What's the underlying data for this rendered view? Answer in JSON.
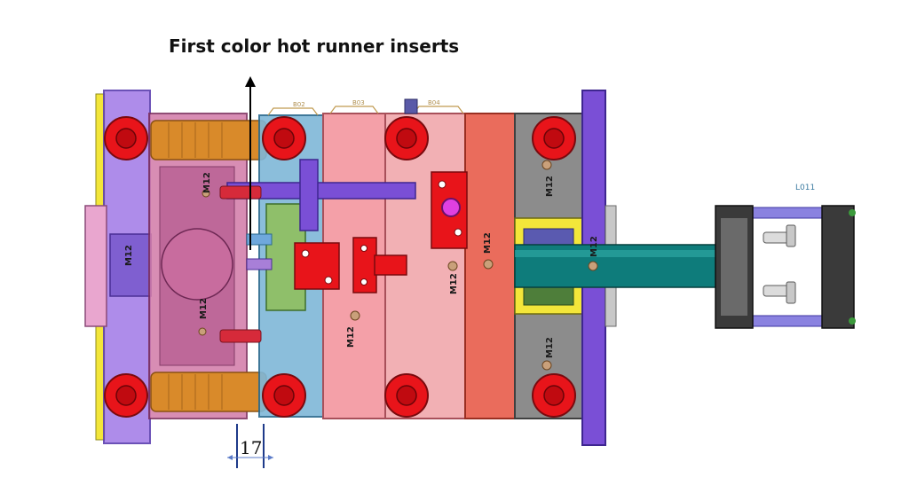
{
  "diagram": {
    "title": "First color hot runner inserts",
    "dimension_value": "17",
    "bolt_label": "M12",
    "part_label": "L011",
    "plate_labels": [
      "B02",
      "B03",
      "B04"
    ],
    "colors": {
      "red_bolt": "#e8141a",
      "pink_plate": "#f4a0a8",
      "salmon_plate": "#e86a5a",
      "purple_clamp": "#7a4fd6",
      "magenta_plate": "#c0508a",
      "yellow_plate": "#f3e63a",
      "gray_plate": "#7c7c7c",
      "teal_rod": "#0e7c7b",
      "orange_pillar": "#d98a2a",
      "blue_insert": "#6fa8dc",
      "dark_ejector": "#3a3a3a"
    }
  }
}
